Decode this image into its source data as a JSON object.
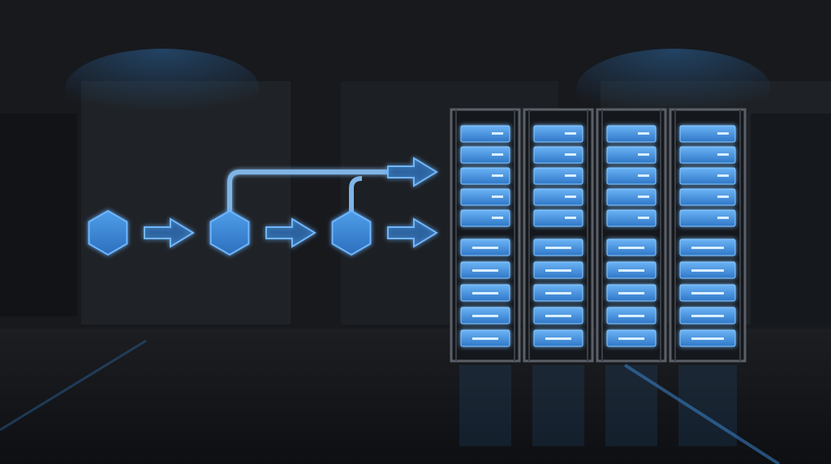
{
  "colors": {
    "accent": "#3d8fe0",
    "accent_light": "#6fb6ff",
    "background": "#16181c",
    "rack_frame": "#5b6068"
  },
  "pipeline": {
    "stages": 3,
    "outputs": 2
  },
  "server_room": {
    "racks": 4,
    "units_per_rack": 10
  }
}
